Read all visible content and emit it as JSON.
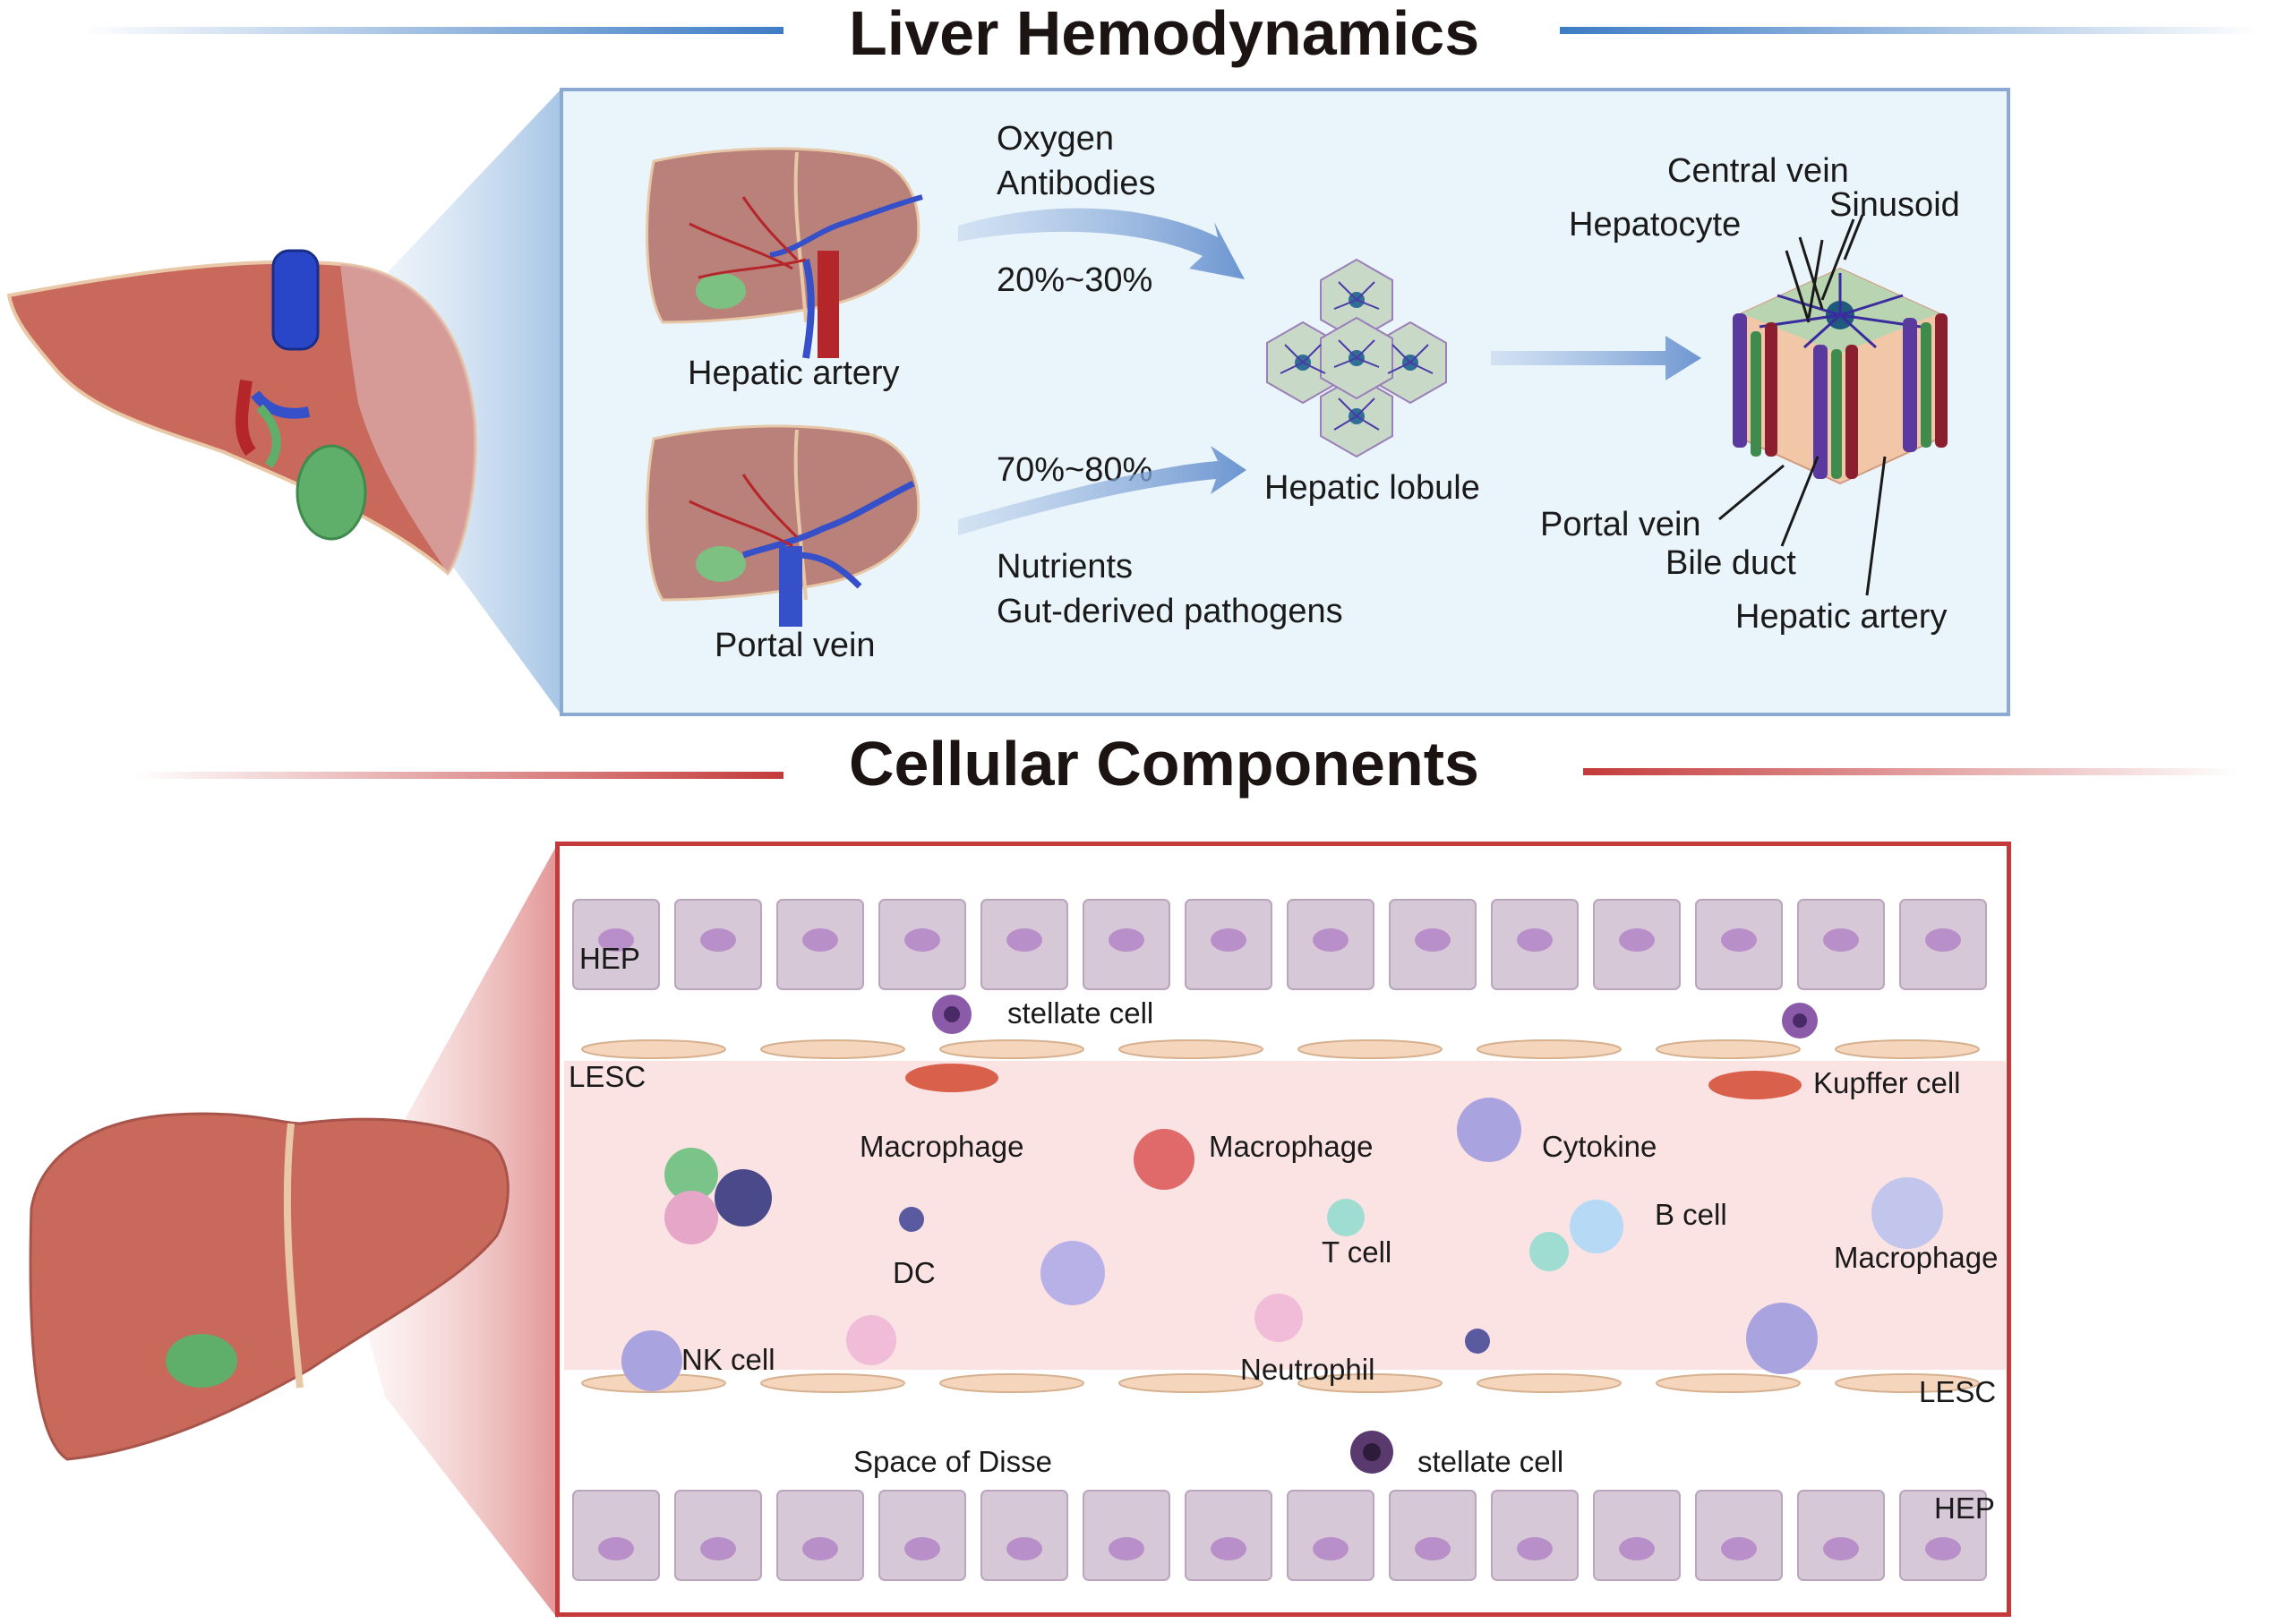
{
  "top_section": {
    "title": "Liver Hemodynamics",
    "accent_color": "#3d7cc4",
    "hepatic_artery_source": "Hepatic artery",
    "portal_vein_source": "Portal vein",
    "arterial_supply": [
      "Oxygen",
      "Antibodies"
    ],
    "arterial_percent": "20%~30%",
    "portal_percent": "70%~80%",
    "portal_supply": [
      "Nutrients",
      "Gut-derived pathogens"
    ],
    "lobule_label": "Hepatic lobule",
    "lobule_structure": {
      "central_vein": "Central vein",
      "sinusoid": "Sinusoid",
      "hepatocyte": "Hepatocyte",
      "portal_vein": "Portal vein",
      "bile_duct": "Bile duct",
      "hepatic_artery": "Hepatic artery"
    }
  },
  "bottom_section": {
    "title": "Cellular Components",
    "accent_color": "#c43a3a",
    "labels": {
      "hep_top": "HEP",
      "stellate_top": "stellate cell",
      "lesc_top": "LESC",
      "kupffer": "Kupffer cell",
      "macrophage_1": "Macrophage",
      "macrophage_2": "Macrophage",
      "cytokine": "Cytokine",
      "b_cell": "B cell",
      "t_cell": "T cell",
      "dc": "DC",
      "macrophage_3": "Macrophage",
      "nk_cell": "NK cell",
      "neutrophil": "Neutrophil",
      "lesc_bottom": "LESC",
      "space_of_disse": "Space of Disse",
      "stellate_bottom": "stellate cell",
      "hep_bottom": "HEP"
    }
  },
  "colors": {
    "liver": "#c8695c",
    "gallbladder": "#5fae6a",
    "portal_vein": "#3550c8",
    "artery": "#b5262a",
    "hepatocyte": "#d6c8d6",
    "nucleus": "#b98fc9",
    "sinusoid_bg": "#fbe3e4",
    "endothelial": "#f5d6bc"
  }
}
